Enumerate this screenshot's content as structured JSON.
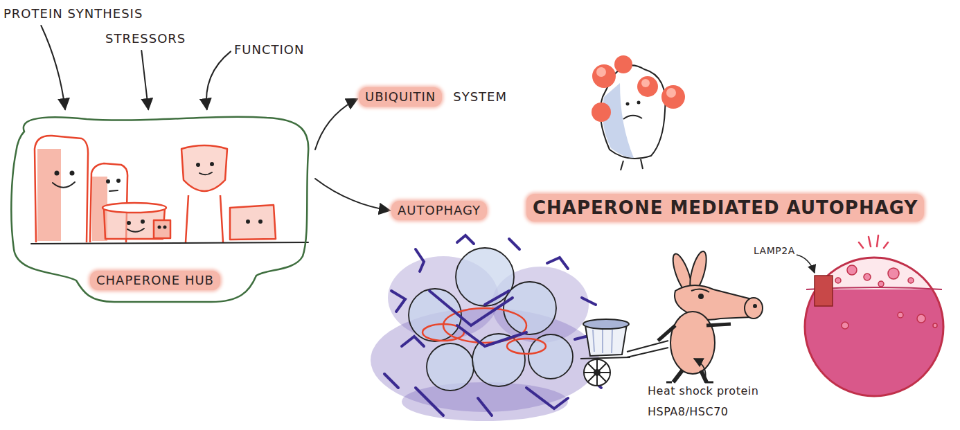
{
  "diagram": {
    "nodes": [
      {
        "text": [
          "PROTEIN SYNTHESIS"
        ]
      },
      {
        "text": [
          "STRESSORS"
        ]
      },
      {
        "text": [
          "FUNCTION"
        ]
      },
      {
        "text": [
          "CHAPERONE HUB"
        ]
      },
      {
        "text": [
          "UBIQUITIN",
          "SYSTEM"
        ]
      },
      {
        "text": [
          "AUTOPHAGY"
        ]
      }
    ],
    "edges": [
      {
        "from": 0,
        "to": 3,
        "arrow": "to"
      },
      {
        "from": 1,
        "to": 3,
        "arrow": "to"
      },
      {
        "from": 2,
        "to": 3,
        "arrow": "to"
      },
      {
        "from": 3,
        "to": 4,
        "arrow": "to"
      },
      {
        "from": 3,
        "to": 5,
        "arrow": "to"
      }
    ],
    "labels": [
      "CHAPERONE MEDIATED AUTOPHAGY",
      "LAMP2A",
      "Heat shock protein HSPA8/HSC70"
    ]
  }
}
